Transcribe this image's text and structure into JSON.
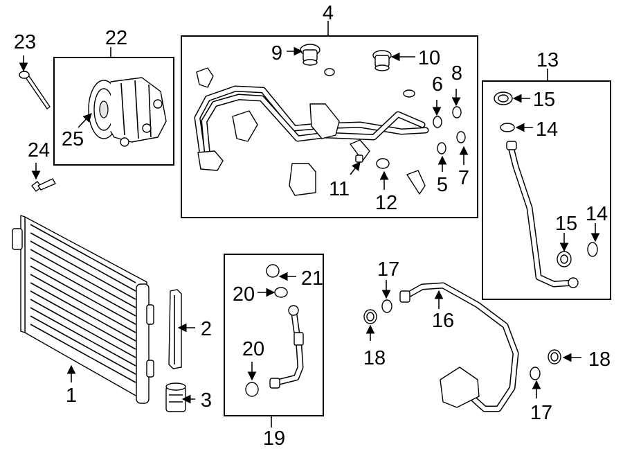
{
  "callouts": {
    "c1": "1",
    "c2": "2",
    "c3": "3",
    "c4": "4",
    "c5": "5",
    "c6": "6",
    "c7": "7",
    "c8": "8",
    "c9": "9",
    "c10": "10",
    "c11": "11",
    "c12": "12",
    "c13": "13",
    "c14a": "14",
    "c14b": "14",
    "c15a": "15",
    "c15b": "15",
    "c16": "16",
    "c17a": "17",
    "c17b": "17",
    "c18a": "18",
    "c18b": "18",
    "c19": "19",
    "c20a": "20",
    "c20b": "20",
    "c21": "21",
    "c22": "22",
    "c23": "23",
    "c24": "24",
    "c25": "25"
  }
}
